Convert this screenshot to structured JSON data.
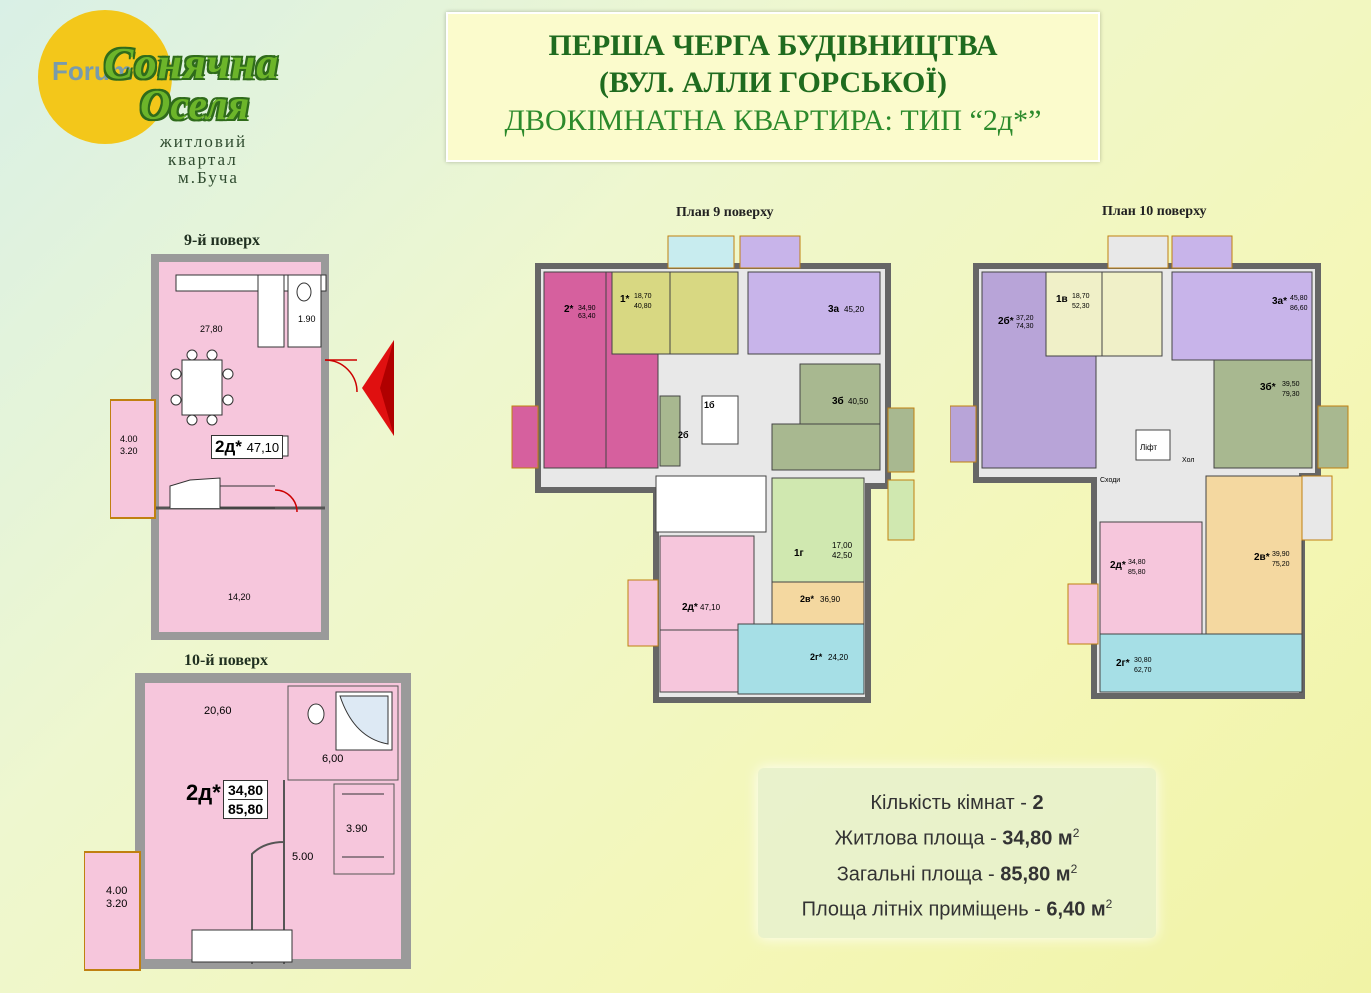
{
  "logo": {
    "watermark": "Forum",
    "name_line1": "Сонячна",
    "name_line2": "Оселя",
    "sub1": "житловий",
    "sub2": "квартал",
    "sub3": "м.Буча"
  },
  "title": {
    "line1": "ПЕРША ЧЕРГА БУДІВНИЦТВА",
    "line2": "(ВУЛ. АЛЛИ ГОРСЬКОЇ)",
    "line3": "ДВОКІМНАТНА КВАРТИРА: ТИП “2д*”"
  },
  "floor9": {
    "label": "9-й поверх",
    "kitchen": "27,80",
    "wc": "1.90",
    "unit": "2д*",
    "area": "47,10",
    "balcony1": "4.00",
    "balcony2": "3.20",
    "room": "14,20"
  },
  "floor10": {
    "label": "10-й поверх",
    "room1": "20,60",
    "bath": "6,00",
    "unit": "2д*",
    "living": "34,80",
    "total": "85,80",
    "closet": "3.90",
    "hall": "5.00",
    "balcony1": "4.00",
    "balcony2": "3.20"
  },
  "plan9": {
    "label": "План 9 поверху",
    "units": [
      {
        "name": "2*",
        "a1": "34,90",
        "a2": "63,40"
      },
      {
        "name": "1*",
        "a1": "18,70",
        "a2": "40,80"
      },
      {
        "name": "3а",
        "a2": "45,20"
      },
      {
        "name": "1б"
      },
      {
        "name": "2б"
      },
      {
        "name": "3б",
        "a2": "40,50"
      },
      {
        "name": "2д*",
        "a2": "47,10"
      },
      {
        "name": "1г",
        "a1": "17,00",
        "a2": "42,50"
      },
      {
        "name": "2в*",
        "a2": "36,90"
      },
      {
        "name": "2г*",
        "a2": "24,20"
      }
    ]
  },
  "plan10": {
    "label": "План 10 поверху",
    "units": [
      {
        "name": "2б*",
        "a1": "37,20",
        "a2": "74,30"
      },
      {
        "name": "1в",
        "a1": "18,70",
        "a2": "52,30"
      },
      {
        "name": "3а*",
        "a1": "45,80",
        "a2": "86,60"
      },
      {
        "name": "3б*",
        "a1": "39,50",
        "a2": "79,30"
      },
      {
        "name": "2д*",
        "a1": "34,80",
        "a2": "85,80"
      },
      {
        "name": "2в*",
        "a1": "39,90",
        "a2": "75,20"
      },
      {
        "name": "2г*",
        "a1": "30,80",
        "a2": "62,70"
      }
    ],
    "lift": "Ліфт",
    "hall": "Хол",
    "stairs": "Сходи"
  },
  "info": {
    "rooms_label": "Кількість кімнат - ",
    "rooms": "2",
    "living_label": "Житлова площа - ",
    "living": "34,80 м",
    "total_label": "Загальні площа - ",
    "total": "85,80 м",
    "summer_label": "Площа літніх приміщень - ",
    "summer": "6,40 м",
    "sup": "2"
  },
  "colors": {
    "unit_pink": "#f6c6dc",
    "unit_magenta": "#d6609e",
    "unit_olive": "#d8d882",
    "unit_lilac": "#c8b4ea",
    "unit_gray_green": "#a8b890",
    "unit_green": "#d0e8b0",
    "unit_orange": "#f4d8a0",
    "unit_blue": "#a6dfe6",
    "arrow": "#e01010",
    "title_green": "#1f6b1f"
  }
}
